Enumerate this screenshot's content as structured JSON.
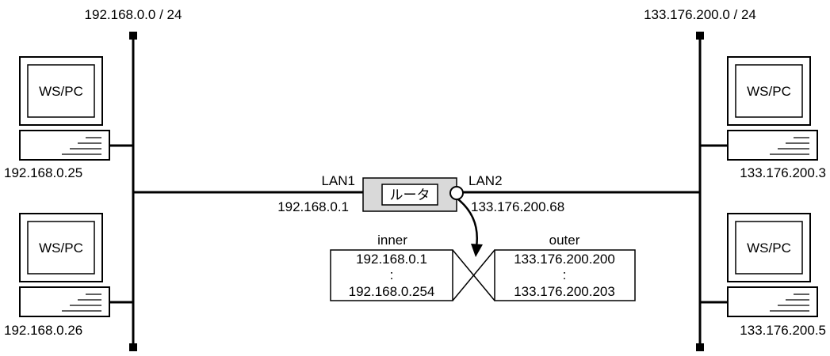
{
  "networks": {
    "left": {
      "subnet": "192.168.0.0 / 24"
    },
    "right": {
      "subnet": "133.176.200.0 / 24"
    }
  },
  "hosts": [
    {
      "label": "WS/PC",
      "ip": "192.168.0.25"
    },
    {
      "label": "WS/PC",
      "ip": "192.168.0.26"
    },
    {
      "label": "WS/PC",
      "ip": "133.176.200.3"
    },
    {
      "label": "WS/PC",
      "ip": "133.176.200.5"
    }
  ],
  "router": {
    "label": "ルータ",
    "lan1": {
      "name": "LAN1",
      "ip": "192.168.0.1"
    },
    "lan2": {
      "name": "LAN2",
      "ip": "133.176.200.68"
    }
  },
  "nat_table": {
    "inner": {
      "title": "inner",
      "start": "192.168.0.1",
      "ellipsis": ":",
      "end": "192.168.0.254"
    },
    "outer": {
      "title": "outer",
      "start": "133.176.200.200",
      "ellipsis": ":",
      "end": "133.176.200.203"
    }
  },
  "colors": {
    "line": "#000000",
    "router_fill": "#d9d9d9",
    "box_fill": "#ffffff"
  }
}
